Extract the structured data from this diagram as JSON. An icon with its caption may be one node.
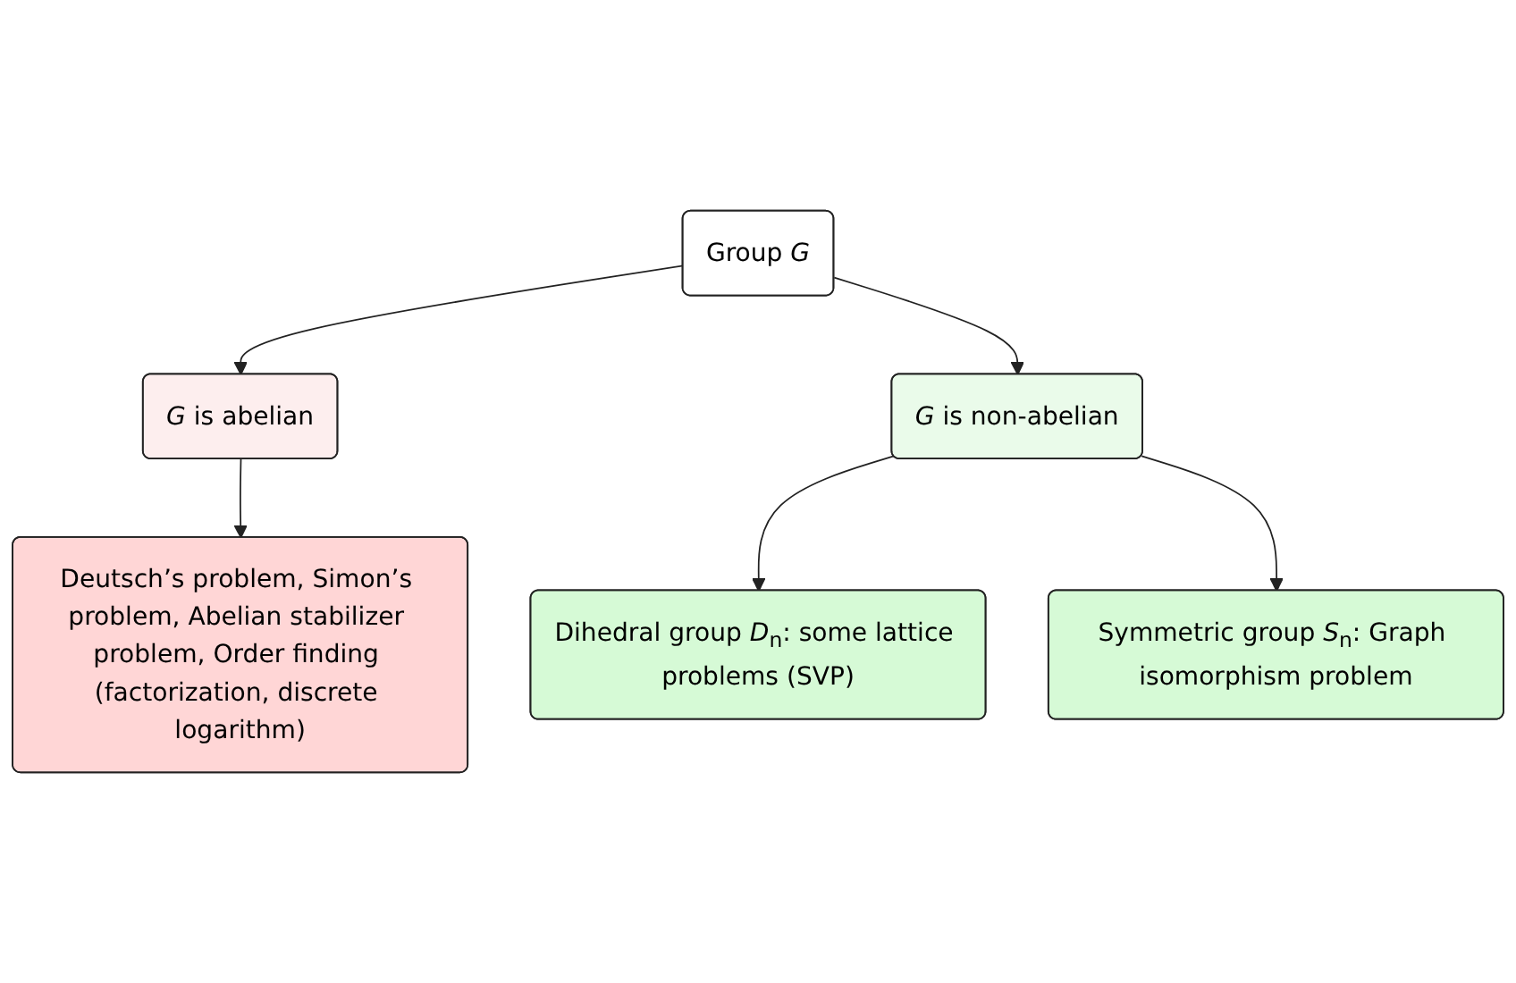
{
  "diagram": {
    "nodes": [
      {
        "text": [
          "Group *G*"
        ]
      },
      {
        "text": [
          "*G* is abelian"
        ]
      },
      {
        "text": [
          "*G* is non-abelian"
        ]
      },
      {
        "text": [
          "Dihedral group *D*$_{n}$: some lattice problems (SVP)"
        ]
      },
      {
        "text": [
          "Deutsch’s problem, Simon’s problem, Abelian stabilizer problem, Order finding (factorization, discrete logarithm)"
        ]
      },
      {
        "text": [
          "Symmetric group *S*$_{n}$: Graph isomorphism problem"
        ]
      }
    ],
    "edges": [
      {
        "from": 0,
        "to": 1,
        "arrow": "to"
      },
      {
        "from": 0,
        "to": 2,
        "arrow": "to"
      },
      {
        "from": 2,
        "to": 3,
        "arrow": "to"
      },
      {
        "from": 1,
        "to": 4,
        "arrow": "to"
      },
      {
        "from": 2,
        "to": 5,
        "arrow": "to"
      }
    ]
  }
}
